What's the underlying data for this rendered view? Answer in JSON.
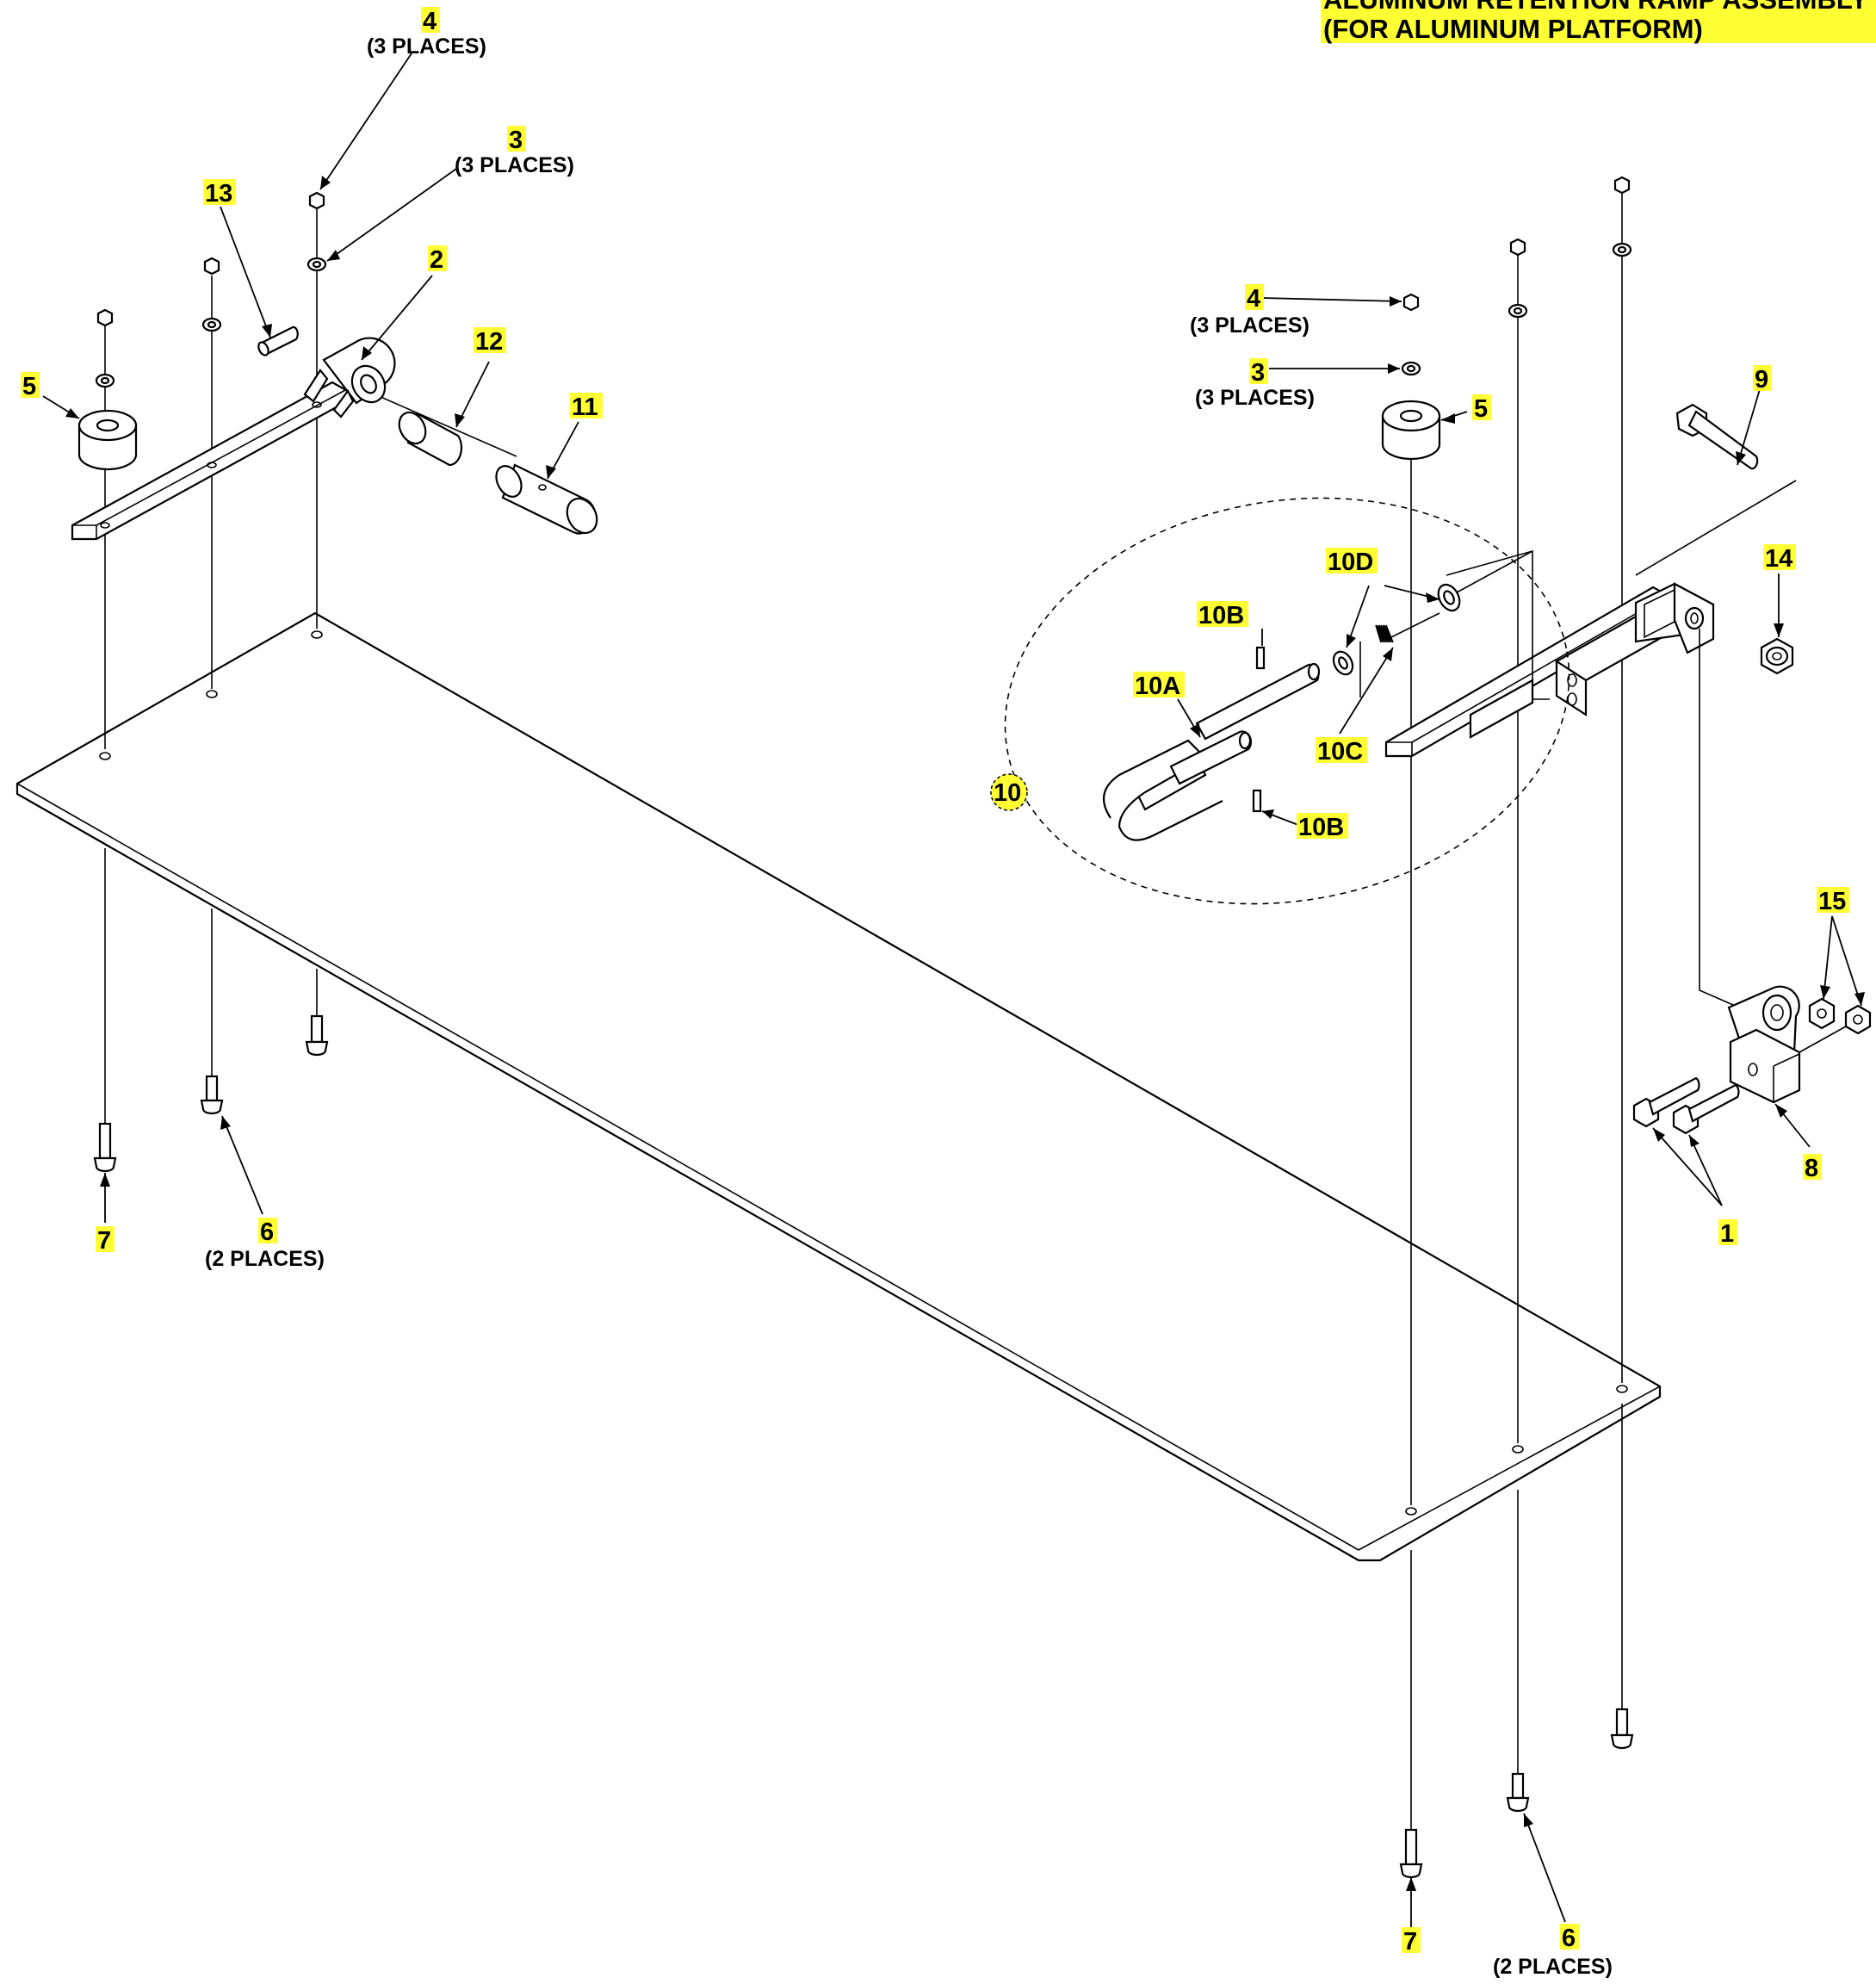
{
  "title": {
    "line1": "ALUMINUM RETENTION RAMP ASSEMBLY",
    "line2": "(FOR ALUMINUM PLATFORM)",
    "highlight_color": "#ffff33"
  },
  "callouts": {
    "c4_left": "4",
    "c4_left_places": "(3 PLACES)",
    "c3_left": "3",
    "c3_left_places": "(3 PLACES)",
    "c13": "13",
    "c2": "2",
    "c12": "12",
    "c11": "11",
    "c5_left": "5",
    "c7_left": "7",
    "c6_left": "6",
    "c6_left_places": "(2 PLACES)",
    "c4_right": "4",
    "c4_right_places": "(3 PLACES)",
    "c3_right": "3",
    "c3_right_places": "(3 PLACES)",
    "c5_right": "5",
    "c9": "9",
    "c10D": "10D",
    "c10B_top": "10B",
    "c10A": "10A",
    "c10C": "10C",
    "c10": "10",
    "c10B_bottom": "10B",
    "c14": "14",
    "c15": "15",
    "c8": "8",
    "c1": "1",
    "c7_right": "7",
    "c6_right": "6",
    "c6_right_places": "(2 PLACES)"
  }
}
